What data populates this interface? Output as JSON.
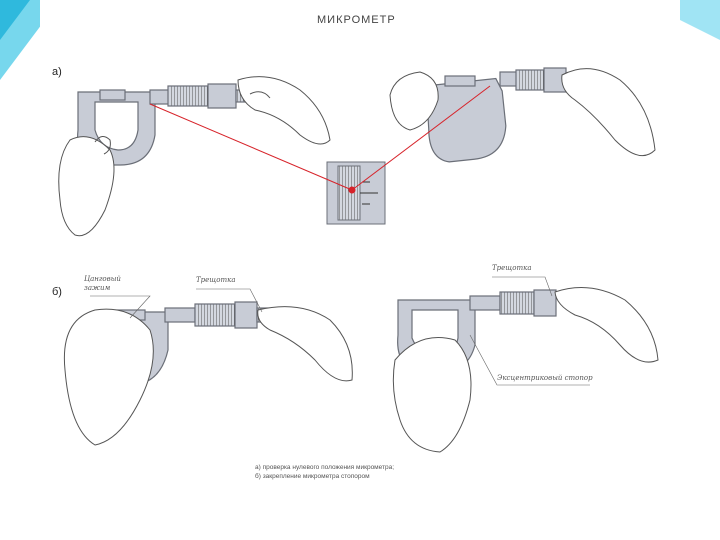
{
  "slide": {
    "title": "МИКРОМЕТР",
    "label_a": "а)",
    "label_b": "б)",
    "callouts": {
      "clamp": "Цанговый зажим",
      "ratchet_1": "Трещотка",
      "ratchet_2": "Трещотка",
      "stopper": "Эксцентриковый стопор"
    },
    "caption": {
      "line1": "а) проверка нулевого положения микрометра;",
      "line2": "б) закрепление микрометра стопором"
    }
  },
  "colors": {
    "frame": "#c8ccd6",
    "outline": "#6b6f78",
    "skin": "#ffffff",
    "red_line": "#d7232a",
    "accent_cyan": "#3fc7e6"
  }
}
